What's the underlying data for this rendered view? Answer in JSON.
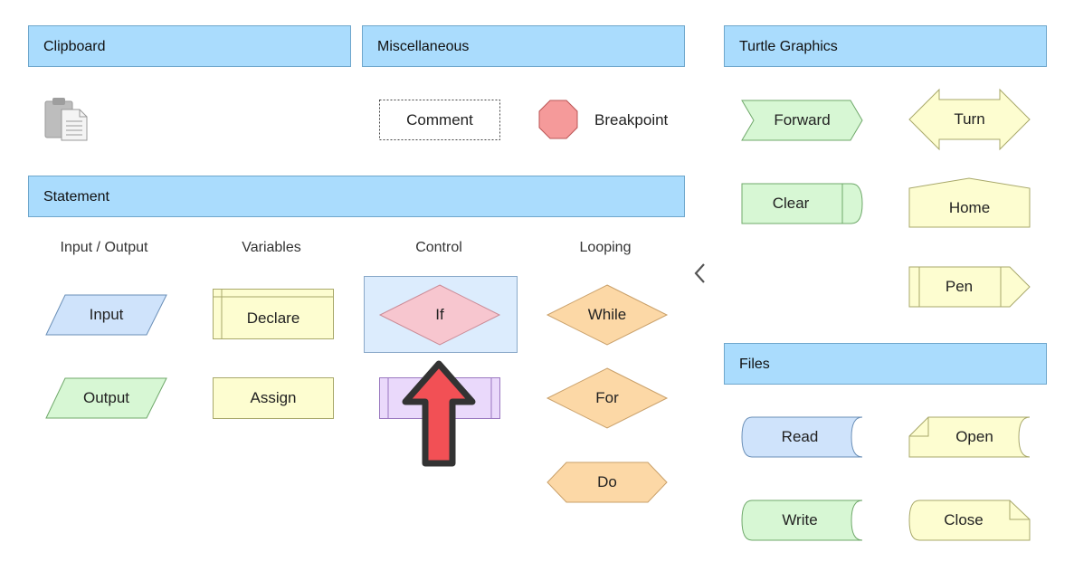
{
  "headers": {
    "clipboard": "Clipboard",
    "misc": "Miscellaneous",
    "turtle": "Turtle Graphics",
    "statement": "Statement",
    "files": "Files"
  },
  "subheaders": {
    "io": "Input / Output",
    "variables": "Variables",
    "control": "Control",
    "looping": "Looping"
  },
  "misc": {
    "comment": "Comment",
    "breakpoint": "Breakpoint"
  },
  "statement": {
    "input": "Input",
    "output": "Output",
    "declare": "Declare",
    "assign": "Assign",
    "if": "If",
    "call": "",
    "while": "While",
    "for": "For",
    "do": "Do"
  },
  "turtle": {
    "forward": "Forward",
    "turn": "Turn",
    "clear": "Clear",
    "home": "Home",
    "pen": "Pen"
  },
  "files": {
    "read": "Read",
    "open": "Open",
    "write": "Write",
    "close": "Close"
  },
  "icons": {
    "clipboard": "clipboard-icon",
    "collapse": "chevron-left-icon",
    "pointer": "arrow-up-cursor-icon"
  },
  "colors": {
    "header_bg": "#aadcfd",
    "io_blue": "#cfe3fb",
    "io_green": "#d7f7d4",
    "variable_yellow": "#fdfdd0",
    "control_pink": "#f7c6cf",
    "call_purple": "#ead9fb",
    "loop_orange": "#fcd8a6",
    "breakpoint_red": "#f59a9a",
    "selection": "#dcecfd",
    "cursor_red": "#f25055"
  }
}
